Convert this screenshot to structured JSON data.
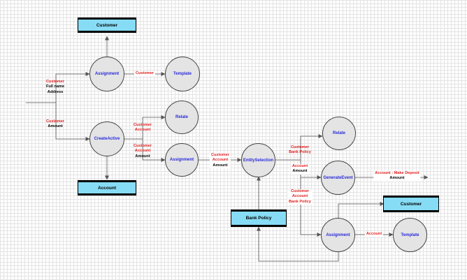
{
  "colors": {
    "store_fill": "#87dcf5",
    "process_fill": "#e4e4e4",
    "process_text": "#2a2ad8",
    "label_red": "#e02020",
    "label_black": "#000000",
    "line": "#555555",
    "grid": "#e3e3e3"
  },
  "stores": {
    "customer_top": "Customer",
    "account": "Account",
    "bank_policy": "Bank Policy",
    "customer_right": "Customer"
  },
  "processes": {
    "assignment_1": "Assignment",
    "template_1": "Template",
    "create_active": "CreateActive",
    "relate_1": "Relate",
    "assignment_2": "Assignment",
    "entity_selection": "EntitySelection",
    "relate_2": "Relate",
    "generate_event": "GenerateEvent",
    "assignment_3": "Assignment",
    "template_2": "Template"
  },
  "labels": {
    "in_assign": {
      "red": "Customer",
      "black1": "Full name",
      "black2": "Address"
    },
    "assign_to_template": "Customer",
    "in_create": {
      "red": "Customer",
      "black": "Amount"
    },
    "create_to_relate": {
      "red1": "Customer",
      "red2": "Account"
    },
    "create_to_assign": {
      "red1": "Customer",
      "red2": "Account",
      "black": "Amount"
    },
    "assign_to_entity": {
      "red1": "Customer",
      "red2": "Account",
      "black": "Amount"
    },
    "entity_to_relate": {
      "red1": "Customer",
      "red2": "Bank Policy"
    },
    "entity_to_generate": {
      "red": "Account",
      "black": "Amount"
    },
    "generate_out": {
      "red": "Account : Make Deposit",
      "black": "Amount"
    },
    "entity_to_assign": {
      "red1": "Customer",
      "red2": "Account",
      "red3": "Bank Policy"
    },
    "assign_to_template_2": "Account"
  }
}
